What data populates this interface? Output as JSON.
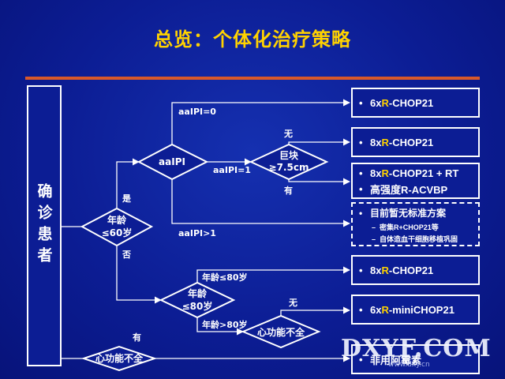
{
  "title": "总览：个体化治疗策略",
  "diagnosis": "确诊患者",
  "nodes": {
    "age60": [
      "年龄",
      "≤60岁"
    ],
    "aaipi": "aaIPI",
    "bulky": [
      "巨块",
      "≥7.5cm"
    ],
    "age80": [
      "年龄",
      "≤80岁"
    ],
    "cardiac_mid": "心功能不全",
    "cardiac_bottom": "心功能不全"
  },
  "edge_labels": {
    "yes": "是",
    "no": "否",
    "aaipi_0": "aaIPI=0",
    "aaipi_1": "aaIPI=1",
    "aaipi_gt1": "aaIPI>1",
    "bulky_none": "无",
    "bulky_yes": "有",
    "age_le80": "年龄≤80岁",
    "age_gt80": "年龄>80岁",
    "cardiac_none": "无",
    "cardiac_yes": "有"
  },
  "outcomes": {
    "o1": {
      "pre": "6x",
      "hl": "R",
      "post": "-CHOP21"
    },
    "o2": {
      "pre": "8x",
      "hl": "R",
      "post": "-CHOP21"
    },
    "o3a": {
      "pre": "8x",
      "hl": "R",
      "post": "-CHOP21 + RT"
    },
    "o3b": "高强度R-ACVBP",
    "o4_head": "目前暂无标准方案",
    "o4_sub1": "密集R+CHOP21等",
    "o4_sub2": "自体造血干细胞移植巩固",
    "o5": {
      "pre": "8x",
      "hl": "R",
      "post": "-CHOP21"
    },
    "o6": {
      "pre": "6x",
      "hl": "R",
      "post": "-miniCHOP21"
    },
    "o7": "非用阿霉素"
  },
  "bullet": "•",
  "dash": "–",
  "watermark": {
    "text": "DXYF.COM",
    "url": "www.dxy.cn"
  },
  "colors": {
    "background": "#0c1d94",
    "title": "#ffd200",
    "rule": "#d8582a",
    "highlight": "#ffd200",
    "lines": "#ffffff"
  }
}
